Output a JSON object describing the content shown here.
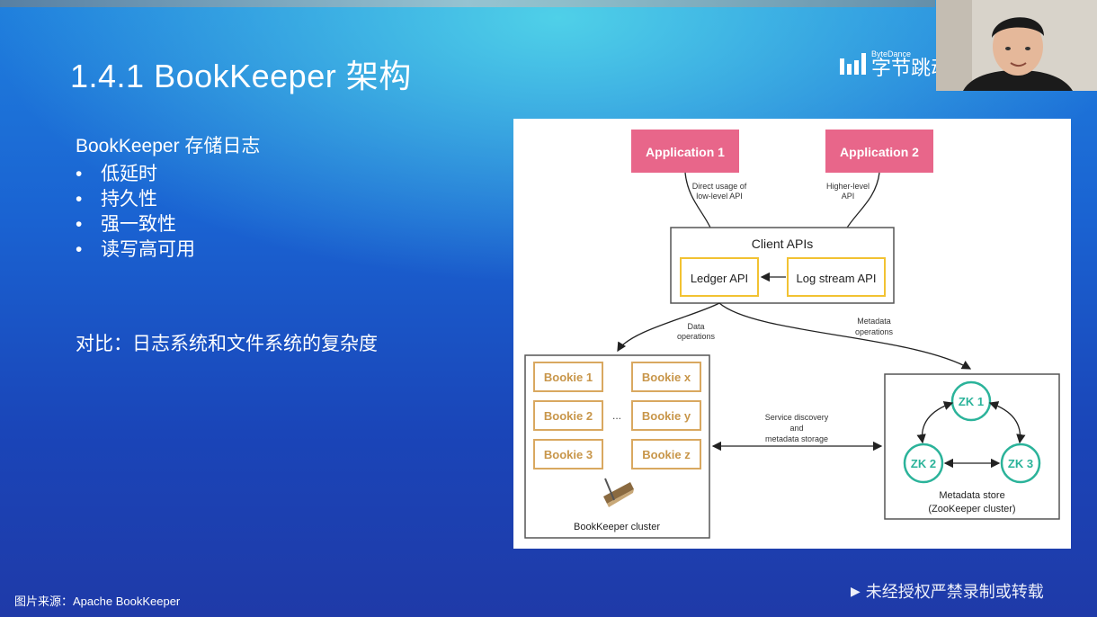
{
  "slide": {
    "title": "1.4.1 BookKeeper 架构",
    "logo": {
      "small": "ByteDance",
      "big": "字节跳动"
    },
    "bullets_heading": "BookKeeper 存储日志",
    "bullets": [
      "低延时",
      "持久性",
      "强一致性",
      "读写高可用"
    ],
    "bullet_glyph": "•",
    "comparison": "对比：日志系统和文件系统的复杂度",
    "source": "图片来源：Apache BookKeeper",
    "watermark": "未经授权严禁录制或转载",
    "colors": {
      "accent": "#1a63d2",
      "app_box": "#e8668a",
      "bookie_border": "#d9a860",
      "zk_border": "#2bb39a",
      "client_api_border": "#f2c232"
    }
  },
  "diagram": {
    "app1": "Application 1",
    "app2": "Application 2",
    "app1_note_1": "Direct usage of",
    "app1_note_2": "low-level API",
    "app2_note_1": "Higher-level",
    "app2_note_2": "API",
    "client_apis": "Client APIs",
    "ledger_api": "Ledger API",
    "log_stream_api": "Log stream API",
    "data_ops_1": "Data",
    "data_ops_2": "operations",
    "meta_ops_1": "Metadata",
    "meta_ops_2": "operations",
    "bookies": [
      "Bookie 1",
      "Bookie 2",
      "Bookie 3",
      "Bookie x",
      "Bookie y",
      "Bookie z"
    ],
    "ellipsis": "...",
    "cluster_label": "BookKeeper cluster",
    "service_1": "Service discovery",
    "service_2": "and",
    "service_3": "metadata storage",
    "zk": [
      "ZK 1",
      "ZK 2",
      "ZK 3"
    ],
    "meta_store_1": "Metadata store",
    "meta_store_2": "(ZooKeeper cluster)"
  }
}
